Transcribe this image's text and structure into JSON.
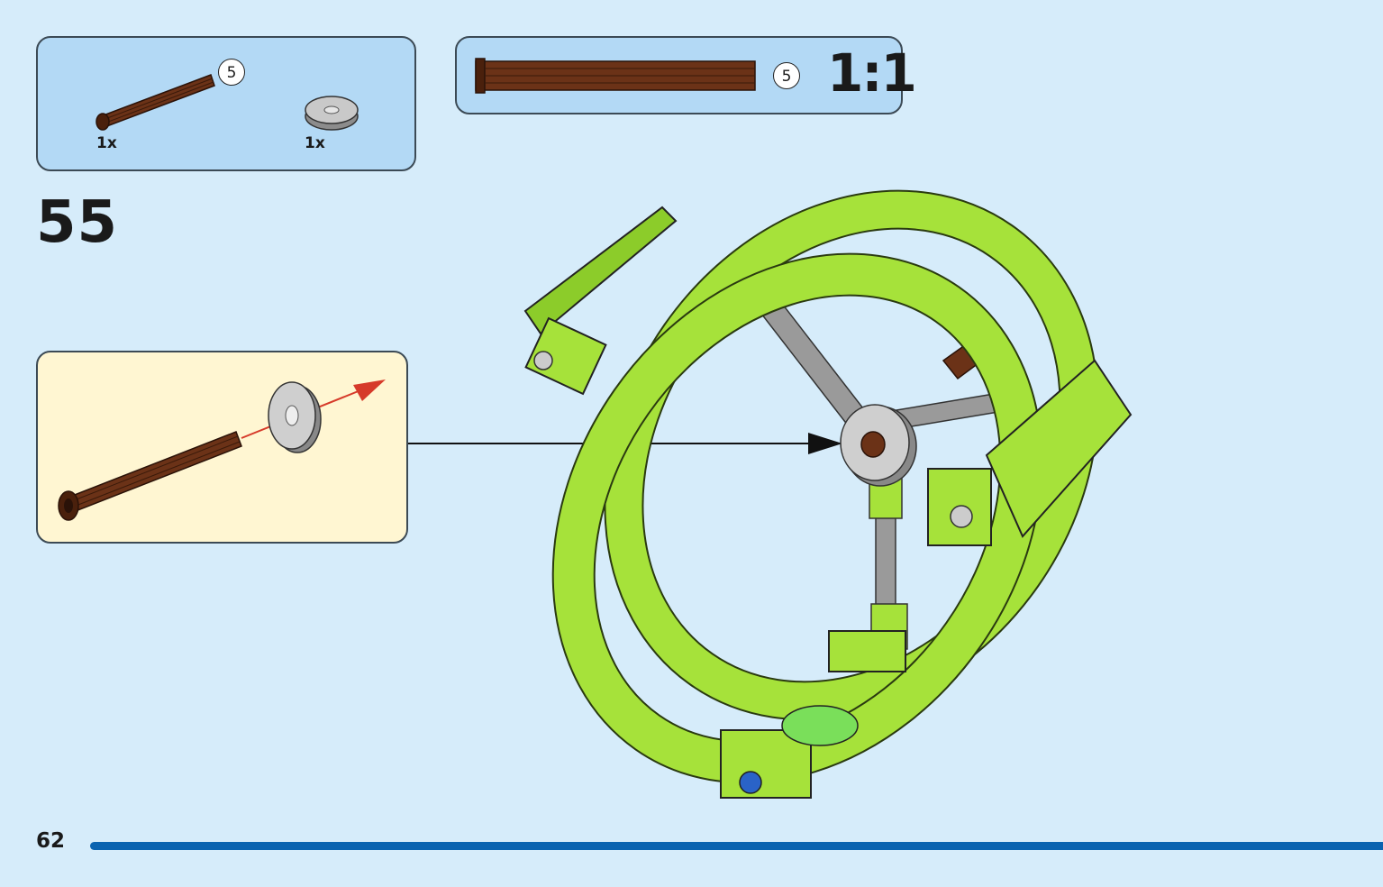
{
  "parts_list": {
    "items": [
      {
        "icon": "axle-5-brown-icon",
        "quantity": "1x",
        "axle_length": "5"
      },
      {
        "icon": "round-tile-gray-icon",
        "quantity": "1x"
      }
    ]
  },
  "scale_reference": {
    "axle_length": "5",
    "ratio": "1:1"
  },
  "step": {
    "number": "55"
  },
  "callout": {
    "parts": [
      "axle-icon",
      "round-tile-icon"
    ]
  },
  "model": {
    "main_color": "#a6e23a",
    "axle_color": "#5c2a12",
    "tile_color": "#a8a8a8"
  },
  "footer": {
    "page_number": "62",
    "bar_color": "#0a63b0"
  }
}
